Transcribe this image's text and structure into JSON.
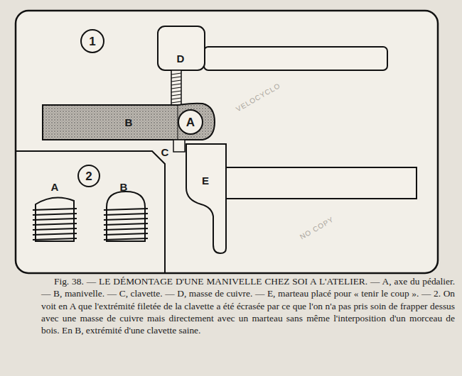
{
  "diagram": {
    "caption": "Fig. 38. — LE DÉMONTAGE D'UNE MANIVELLE CHEZ SOI A L'ATELIER. — A, axe du pédalier. — B, manivelle. — C, clavette. — D, masse de cuivre. — E, marteau placé pour « tenir le coup ». — 2. On voit en A que l'extrémité filetée de la clavette a été écrasée par ce que l'on n'a pas pris soin de frapper dessus avec une masse de cuivre mais directement avec un marteau sans même l'interposition d'un morceau de bois. En B, extrémité d'une clavette saine.",
    "nodes": [
      {
        "text": [
          "1"
        ]
      },
      {
        "text": [
          "A"
        ]
      },
      {
        "text": [
          "2"
        ]
      }
    ],
    "labels": [
      "D",
      "B",
      "C",
      "E",
      "A",
      "B",
      "VELOCYCLO",
      "NO COPY"
    ]
  }
}
